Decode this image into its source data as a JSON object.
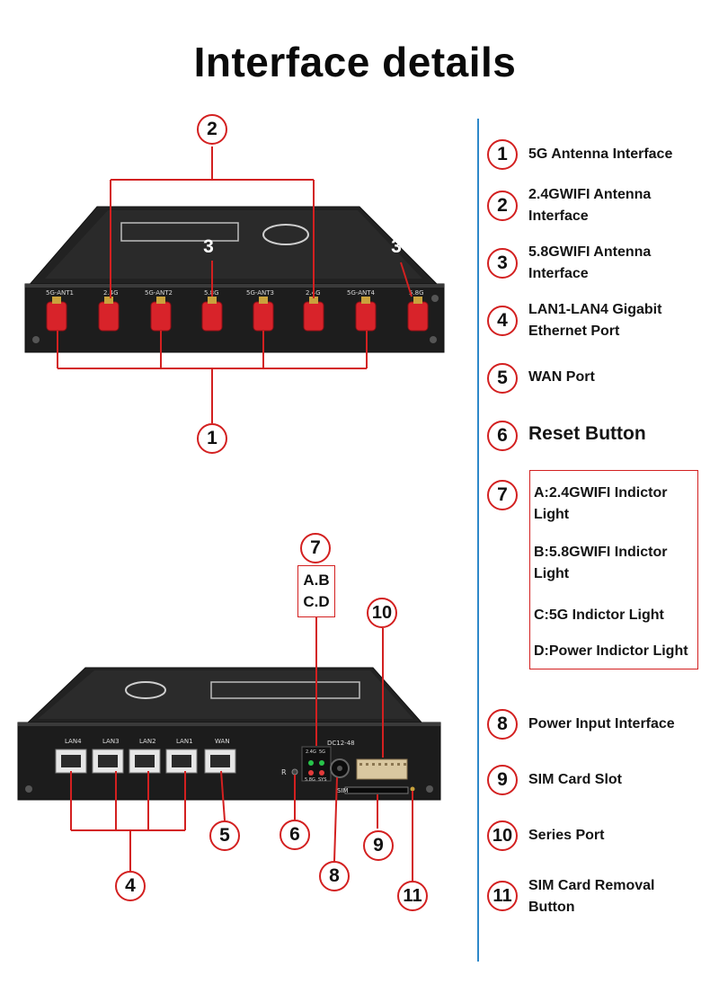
{
  "title": "Interface details",
  "top_device": {
    "antenna_labels": [
      "5G-ANT1",
      "2.4G",
      "5G-ANT2",
      "5.8G",
      "5G-ANT3",
      "2.4G",
      "5G-ANT4",
      "5.8G"
    ]
  },
  "bottom_device": {
    "lan_labels": [
      "LAN4",
      "LAN3",
      "LAN2",
      "LAN1"
    ],
    "wan_label": "WAN",
    "power_label": "DC12-48",
    "reset_label": "R",
    "led_labels": [
      "2.4G",
      "5G",
      "5.8G",
      "SYS"
    ],
    "sim_label": "SIM"
  },
  "callout_numbers": {
    "n1": "1",
    "n2": "2",
    "n3": "3",
    "n4": "4",
    "n5": "5",
    "n6": "6",
    "n7": "7",
    "n8": "8",
    "n9": "9",
    "n10": "10",
    "n11": "11"
  },
  "abcd": {
    "line1": "A.B",
    "line2": "C.D"
  },
  "legend": [
    {
      "num": "1",
      "text": "5G Antenna Interface"
    },
    {
      "num": "2",
      "text": "2.4GWIFI Antenna Interface"
    },
    {
      "num": "3",
      "text": "5.8GWIFI Antenna Interface"
    },
    {
      "num": "4",
      "text": "LAN1-LAN4 Gigabit Ethernet Port"
    },
    {
      "num": "5",
      "text": "WAN Port"
    },
    {
      "num": "6",
      "text": "Reset Button"
    },
    {
      "num": "7",
      "items": [
        "A:2.4GWIFI Indictor Light",
        "B:5.8GWIFI Indictor Light",
        "C:5G Indictor Light",
        "D:Power Indictor Light"
      ]
    },
    {
      "num": "8",
      "text": "Power Input Interface"
    },
    {
      "num": "9",
      "text": "SIM Card Slot"
    },
    {
      "num": "10",
      "text": "Series Port"
    },
    {
      "num": "11",
      "text": "SIM Card Removal Button"
    }
  ],
  "colors": {
    "accent": "#d32020",
    "divider": "#2e88c9",
    "device_body": "#1b1b1b",
    "antenna": "#d8232a"
  }
}
